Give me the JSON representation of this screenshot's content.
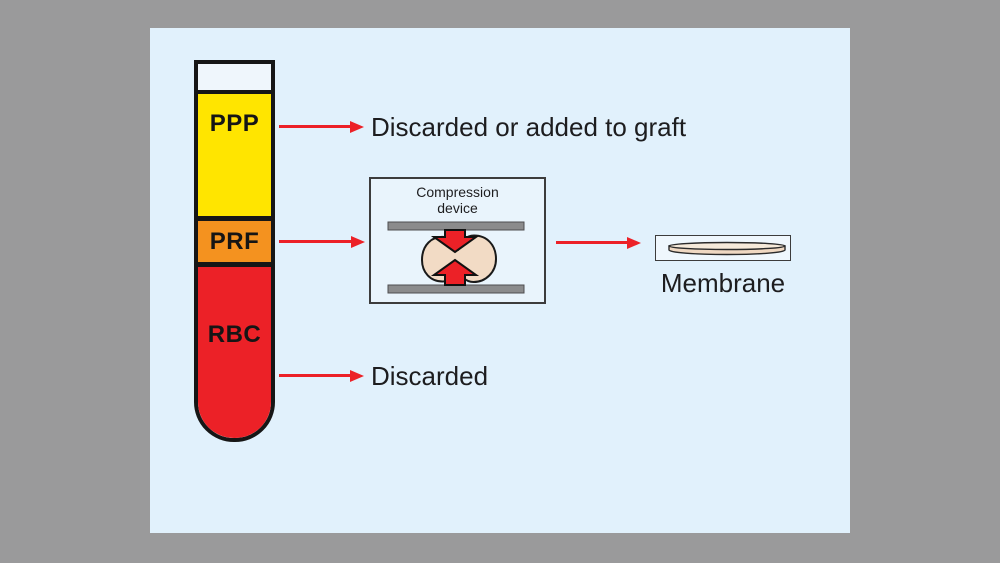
{
  "palette": {
    "canvas_bg": "#9A9A9B",
    "panel_bg": "#E1F1FC",
    "tube_outline": "#161616",
    "ppp_yellow": "#FFE500",
    "prf_orange": "#F4921F",
    "rbc_red": "#EC2127",
    "arrow_red": "#EC2127",
    "clot_beige": "#F2DBC5",
    "dish_beige": "#EFD8C2",
    "plate_gray": "#8B8B8C",
    "text_color": "#1D1D1F"
  },
  "tube": {
    "layers": [
      {
        "id": "air",
        "label": "",
        "color": "#EFF6FC"
      },
      {
        "id": "ppp",
        "label": "PPP",
        "color": "#FFE500"
      },
      {
        "id": "prf",
        "label": "PRF",
        "color": "#F4921F"
      },
      {
        "id": "rbc",
        "label": "RBC",
        "color": "#EC2127"
      }
    ]
  },
  "labels": {
    "ppp_outcome": "Discarded or added to graft",
    "rbc_outcome": "Discarded",
    "compression_device": "Compression device",
    "membrane": "Membrane"
  }
}
